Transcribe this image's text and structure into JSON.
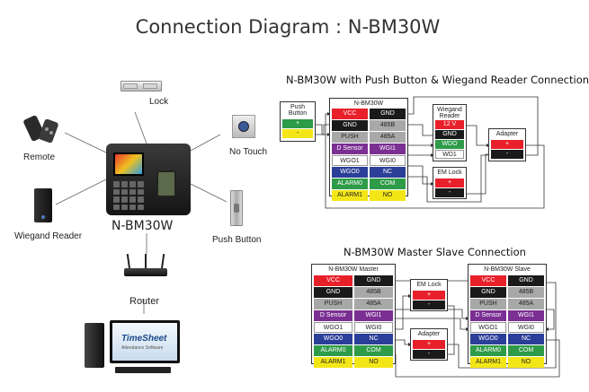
{
  "title": "Connection Diagram : N-BM30W",
  "left": {
    "device_label": "N-BM30W",
    "peripherals": {
      "lock": "Lock",
      "remote": "Remote",
      "no_touch": "No Touch",
      "wiegand_reader": "Wiegand Reader",
      "push_button": "Push Button",
      "router": "Router"
    },
    "screen_brand": "TimeSheet",
    "screen_sub": "Attendance Software"
  },
  "diagram1": {
    "title": "N-BM30W with Push Button & Wiegand Reader Connection",
    "push_button": {
      "title": "Push Button",
      "plus": "+",
      "minus": "-"
    },
    "controller": {
      "title": "N-BM30W",
      "rows": [
        [
          {
            "t": "VCC",
            "c": "#e8202a"
          },
          {
            "t": "GND",
            "c": "#1a1a1a"
          }
        ],
        [
          {
            "t": "GND",
            "c": "#1a1a1a"
          },
          {
            "t": "485B",
            "c": "#a8a8a8"
          }
        ],
        [
          {
            "t": "PUSH",
            "c": "#a8a8a8"
          },
          {
            "t": "485A",
            "c": "#a8a8a8"
          }
        ],
        [
          {
            "t": "D Sensor",
            "c": "#7b2f93"
          },
          {
            "t": "WGI1",
            "c": "#7b2f93"
          }
        ],
        [
          {
            "t": "WGO1",
            "c": "#ffffff"
          },
          {
            "t": "WGI0",
            "c": "#ffffff"
          }
        ],
        [
          {
            "t": "WGO0",
            "c": "#2c3f98"
          },
          {
            "t": "NC",
            "c": "#2c3f98"
          }
        ],
        [
          {
            "t": "ALARM0",
            "c": "#2e9b48"
          },
          {
            "t": "COM",
            "c": "#2e9b48"
          }
        ],
        [
          {
            "t": "ALARM1",
            "c": "#f3e617"
          },
          {
            "t": "NO",
            "c": "#f3e617"
          }
        ]
      ]
    },
    "wiegand": {
      "title": "Wiegand Reader",
      "rows": [
        {
          "t": "12 V",
          "c": "#e8202a"
        },
        {
          "t": "GND",
          "c": "#1a1a1a"
        },
        {
          "t": "WDO",
          "c": "#2e9b48"
        },
        {
          "t": "WD1",
          "c": "#ffffff"
        }
      ]
    },
    "em_lock": {
      "title": "EM Lock",
      "plus": "+",
      "minus": "-"
    },
    "adapter": {
      "title": "Adapter",
      "plus": "+",
      "minus": "-"
    }
  },
  "diagram2": {
    "title": "N-BM30W Master Slave Connection",
    "master": {
      "title": "N-BM30W Master",
      "rows": [
        [
          {
            "t": "VCC",
            "c": "#e8202a"
          },
          {
            "t": "GND",
            "c": "#1a1a1a"
          }
        ],
        [
          {
            "t": "GND",
            "c": "#1a1a1a"
          },
          {
            "t": "485B",
            "c": "#a8a8a8"
          }
        ],
        [
          {
            "t": "PUSH",
            "c": "#a8a8a8"
          },
          {
            "t": "485A",
            "c": "#a8a8a8"
          }
        ],
        [
          {
            "t": "D Sensor",
            "c": "#7b2f93"
          },
          {
            "t": "WGI1",
            "c": "#7b2f93"
          }
        ],
        [
          {
            "t": "WGO1",
            "c": "#ffffff"
          },
          {
            "t": "WGI0",
            "c": "#ffffff"
          }
        ],
        [
          {
            "t": "WGO0",
            "c": "#2c3f98"
          },
          {
            "t": "NC",
            "c": "#2c3f98"
          }
        ],
        [
          {
            "t": "ALARM0",
            "c": "#2e9b48"
          },
          {
            "t": "COM",
            "c": "#2e9b48"
          }
        ],
        [
          {
            "t": "ALARM1",
            "c": "#f3e617"
          },
          {
            "t": "NO",
            "c": "#f3e617"
          }
        ]
      ]
    },
    "slave": {
      "title": "N-BM30W Slave",
      "rows": [
        [
          {
            "t": "VCC",
            "c": "#e8202a"
          },
          {
            "t": "GND",
            "c": "#1a1a1a"
          }
        ],
        [
          {
            "t": "GND",
            "c": "#1a1a1a"
          },
          {
            "t": "485B",
            "c": "#a8a8a8"
          }
        ],
        [
          {
            "t": "PUSH",
            "c": "#a8a8a8"
          },
          {
            "t": "485A",
            "c": "#a8a8a8"
          }
        ],
        [
          {
            "t": "D Sensor",
            "c": "#7b2f93"
          },
          {
            "t": "WGI1",
            "c": "#7b2f93"
          }
        ],
        [
          {
            "t": "WGO1",
            "c": "#ffffff"
          },
          {
            "t": "WGI0",
            "c": "#ffffff"
          }
        ],
        [
          {
            "t": "WGO0",
            "c": "#2c3f98"
          },
          {
            "t": "NC",
            "c": "#2c3f98"
          }
        ],
        [
          {
            "t": "ALARM0",
            "c": "#2e9b48"
          },
          {
            "t": "COM",
            "c": "#2e9b48"
          }
        ],
        [
          {
            "t": "ALARM1",
            "c": "#f3e617"
          },
          {
            "t": "NO",
            "c": "#f3e617"
          }
        ]
      ]
    },
    "em_lock": {
      "title": "EM Lock",
      "plus": "+",
      "minus": "-"
    },
    "adapter": {
      "title": "Adapter",
      "plus": "+",
      "minus": "-"
    }
  }
}
